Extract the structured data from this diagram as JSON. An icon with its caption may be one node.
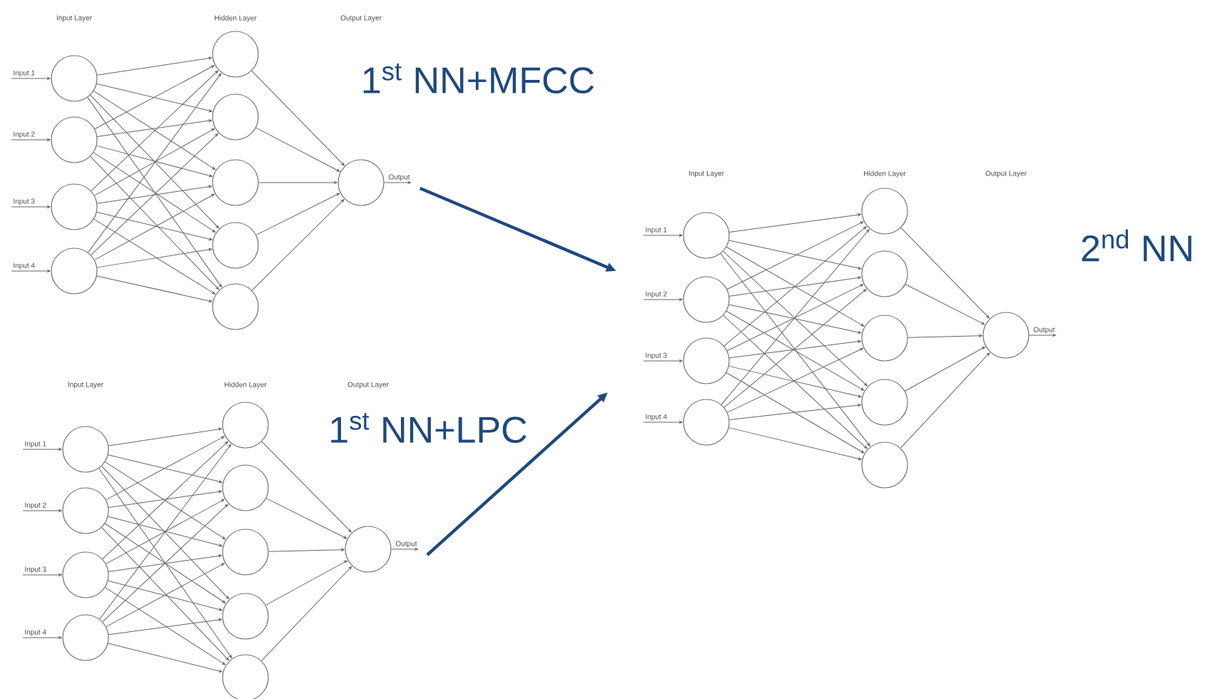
{
  "diagram": {
    "nodes": [
      {
        "text": [
          "Input 1"
        ]
      },
      {
        "text": [
          "Input 2"
        ]
      },
      {
        "text": [
          "Input 3"
        ]
      },
      {
        "text": [
          "Input 4"
        ]
      },
      {
        "text": [],
        "shape": "circle"
      },
      {
        "text": [],
        "shape": "circle"
      },
      {
        "text": [],
        "shape": "circle"
      },
      {
        "text": [],
        "shape": "circle"
      },
      {
        "text": [],
        "shape": "circle"
      },
      {
        "text": [],
        "shape": "circle"
      },
      {
        "text": [],
        "shape": "circle"
      },
      {
        "text": [],
        "shape": "circle"
      },
      {
        "text": [],
        "shape": "circle"
      },
      {
        "text": [],
        "shape": "circle"
      },
      {
        "text": [
          "Output"
        ]
      },
      {
        "text": [
          "Input 1"
        ]
      },
      {
        "text": [
          "Input 2"
        ]
      },
      {
        "text": [
          "Input 3"
        ]
      },
      {
        "text": [
          "Input 4"
        ]
      },
      {
        "text": [],
        "shape": "circle"
      },
      {
        "text": [],
        "shape": "circle"
      },
      {
        "text": [],
        "shape": "circle"
      },
      {
        "text": [],
        "shape": "circle"
      },
      {
        "text": [],
        "shape": "circle"
      },
      {
        "text": [],
        "shape": "circle"
      },
      {
        "text": [],
        "shape": "circle"
      },
      {
        "text": [],
        "shape": "circle"
      },
      {
        "text": [],
        "shape": "circle"
      },
      {
        "text": [],
        "shape": "circle"
      },
      {
        "text": [
          "Output"
        ]
      },
      {
        "text": [
          "Input 1"
        ]
      },
      {
        "text": [
          "Input 2"
        ]
      },
      {
        "text": [
          "Input 3"
        ]
      },
      {
        "text": [
          "Input 4"
        ]
      },
      {
        "text": [],
        "shape": "circle"
      },
      {
        "text": [],
        "shape": "circle"
      },
      {
        "text": [],
        "shape": "circle"
      },
      {
        "text": [],
        "shape": "circle"
      },
      {
        "text": [],
        "shape": "circle"
      },
      {
        "text": [],
        "shape": "circle"
      },
      {
        "text": [],
        "shape": "circle"
      },
      {
        "text": [],
        "shape": "circle"
      },
      {
        "text": [],
        "shape": "circle"
      },
      {
        "text": [],
        "shape": "circle"
      },
      {
        "text": [
          "Output"
        ]
      }
    ],
    "edges": [
      {
        "from": 0,
        "to": 4,
        "arrow": "to"
      },
      {
        "from": 1,
        "to": 5,
        "arrow": "to"
      },
      {
        "from": 2,
        "to": 6,
        "arrow": "to"
      },
      {
        "from": 3,
        "to": 7,
        "arrow": "to"
      },
      {
        "from": 4,
        "to": 8,
        "arrow": "to"
      },
      {
        "from": 4,
        "to": 9,
        "arrow": "to"
      },
      {
        "from": 4,
        "to": 10,
        "arrow": "to"
      },
      {
        "from": 4,
        "to": 11,
        "arrow": "to"
      },
      {
        "from": 4,
        "to": 12,
        "arrow": "to"
      },
      {
        "from": 5,
        "to": 8,
        "arrow": "to"
      },
      {
        "from": 5,
        "to": 9,
        "arrow": "to"
      },
      {
        "from": 5,
        "to": 10,
        "arrow": "to"
      },
      {
        "from": 5,
        "to": 11,
        "arrow": "to"
      },
      {
        "from": 5,
        "to": 12,
        "arrow": "to"
      },
      {
        "from": 6,
        "to": 8,
        "arrow": "to"
      },
      {
        "from": 6,
        "to": 9,
        "arrow": "to"
      },
      {
        "from": 6,
        "to": 10,
        "arrow": "to"
      },
      {
        "from": 6,
        "to": 11,
        "arrow": "to"
      },
      {
        "from": 6,
        "to": 12,
        "arrow": "to"
      },
      {
        "from": 7,
        "to": 8,
        "arrow": "to"
      },
      {
        "from": 7,
        "to": 9,
        "arrow": "to"
      },
      {
        "from": 7,
        "to": 10,
        "arrow": "to"
      },
      {
        "from": 7,
        "to": 11,
        "arrow": "to"
      },
      {
        "from": 7,
        "to": 12,
        "arrow": "to"
      },
      {
        "from": 8,
        "to": 13,
        "arrow": "to"
      },
      {
        "from": 9,
        "to": 13,
        "arrow": "to"
      },
      {
        "from": 10,
        "to": 13,
        "arrow": "to"
      },
      {
        "from": 11,
        "to": 13,
        "arrow": "to"
      },
      {
        "from": 12,
        "to": 13,
        "arrow": "to"
      },
      {
        "from": 13,
        "to": 14,
        "arrow": "to"
      },
      {
        "from": 15,
        "to": 19,
        "arrow": "to"
      },
      {
        "from": 16,
        "to": 20,
        "arrow": "to"
      },
      {
        "from": 17,
        "to": 21,
        "arrow": "to"
      },
      {
        "from": 18,
        "to": 22,
        "arrow": "to"
      },
      {
        "from": 19,
        "to": 23,
        "arrow": "to"
      },
      {
        "from": 19,
        "to": 24,
        "arrow": "to"
      },
      {
        "from": 19,
        "to": 25,
        "arrow": "to"
      },
      {
        "from": 19,
        "to": 26,
        "arrow": "to"
      },
      {
        "from": 19,
        "to": 27,
        "arrow": "to"
      },
      {
        "from": 20,
        "to": 23,
        "arrow": "to"
      },
      {
        "from": 20,
        "to": 24,
        "arrow": "to"
      },
      {
        "from": 20,
        "to": 25,
        "arrow": "to"
      },
      {
        "from": 20,
        "to": 26,
        "arrow": "to"
      },
      {
        "from": 20,
        "to": 27,
        "arrow": "to"
      },
      {
        "from": 21,
        "to": 23,
        "arrow": "to"
      },
      {
        "from": 21,
        "to": 24,
        "arrow": "to"
      },
      {
        "from": 21,
        "to": 25,
        "arrow": "to"
      },
      {
        "from": 21,
        "to": 26,
        "arrow": "to"
      },
      {
        "from": 21,
        "to": 27,
        "arrow": "to"
      },
      {
        "from": 22,
        "to": 23,
        "arrow": "to"
      },
      {
        "from": 22,
        "to": 24,
        "arrow": "to"
      },
      {
        "from": 22,
        "to": 25,
        "arrow": "to"
      },
      {
        "from": 22,
        "to": 26,
        "arrow": "to"
      },
      {
        "from": 22,
        "to": 27,
        "arrow": "to"
      },
      {
        "from": 23,
        "to": 28,
        "arrow": "to"
      },
      {
        "from": 24,
        "to": 28,
        "arrow": "to"
      },
      {
        "from": 25,
        "to": 28,
        "arrow": "to"
      },
      {
        "from": 26,
        "to": 28,
        "arrow": "to"
      },
      {
        "from": 27,
        "to": 28,
        "arrow": "to"
      },
      {
        "from": 28,
        "to": 29,
        "arrow": "to"
      },
      {
        "from": 30,
        "to": 34,
        "arrow": "to"
      },
      {
        "from": 31,
        "to": 35,
        "arrow": "to"
      },
      {
        "from": 32,
        "to": 36,
        "arrow": "to"
      },
      {
        "from": 33,
        "to": 37,
        "arrow": "to"
      },
      {
        "from": 34,
        "to": 38,
        "arrow": "to"
      },
      {
        "from": 34,
        "to": 39,
        "arrow": "to"
      },
      {
        "from": 34,
        "to": 40,
        "arrow": "to"
      },
      {
        "from": 34,
        "to": 41,
        "arrow": "to"
      },
      {
        "from": 34,
        "to": 42,
        "arrow": "to"
      },
      {
        "from": 35,
        "to": 38,
        "arrow": "to"
      },
      {
        "from": 35,
        "to": 39,
        "arrow": "to"
      },
      {
        "from": 35,
        "to": 40,
        "arrow": "to"
      },
      {
        "from": 35,
        "to": 41,
        "arrow": "to"
      },
      {
        "from": 35,
        "to": 42,
        "arrow": "to"
      },
      {
        "from": 36,
        "to": 38,
        "arrow": "to"
      },
      {
        "from": 36,
        "to": 39,
        "arrow": "to"
      },
      {
        "from": 36,
        "to": 40,
        "arrow": "to"
      },
      {
        "from": 36,
        "to": 41,
        "arrow": "to"
      },
      {
        "from": 36,
        "to": 42,
        "arrow": "to"
      },
      {
        "from": 37,
        "to": 38,
        "arrow": "to"
      },
      {
        "from": 37,
        "to": 39,
        "arrow": "to"
      },
      {
        "from": 37,
        "to": 40,
        "arrow": "to"
      },
      {
        "from": 37,
        "to": 41,
        "arrow": "to"
      },
      {
        "from": 37,
        "to": 42,
        "arrow": "to"
      },
      {
        "from": 38,
        "to": 43,
        "arrow": "to"
      },
      {
        "from": 39,
        "to": 43,
        "arrow": "to"
      },
      {
        "from": 40,
        "to": 43,
        "arrow": "to"
      },
      {
        "from": 41,
        "to": 43,
        "arrow": "to"
      },
      {
        "from": 42,
        "to": 43,
        "arrow": "to"
      },
      {
        "from": 43,
        "to": 44,
        "arrow": "to"
      },
      {
        "from": 14,
        "to": null,
        "arrow": "to",
        "style": "thick",
        "color": "#1f497d"
      },
      {
        "from": 29,
        "to": null,
        "arrow": "to",
        "style": "thick",
        "color": "#1f497d"
      }
    ],
    "labels": [
      "Input Layer",
      "Hidden Layer",
      "Output Layer",
      "1$^{st}$ NN+MFCC",
      "Input Layer",
      "Hidden Layer",
      "Output Layer",
      "2$^{nd}$ NN",
      "Input Layer",
      "Hidden Layer",
      "Output Layer",
      "1$^{st}$ NN+LPC"
    ]
  }
}
